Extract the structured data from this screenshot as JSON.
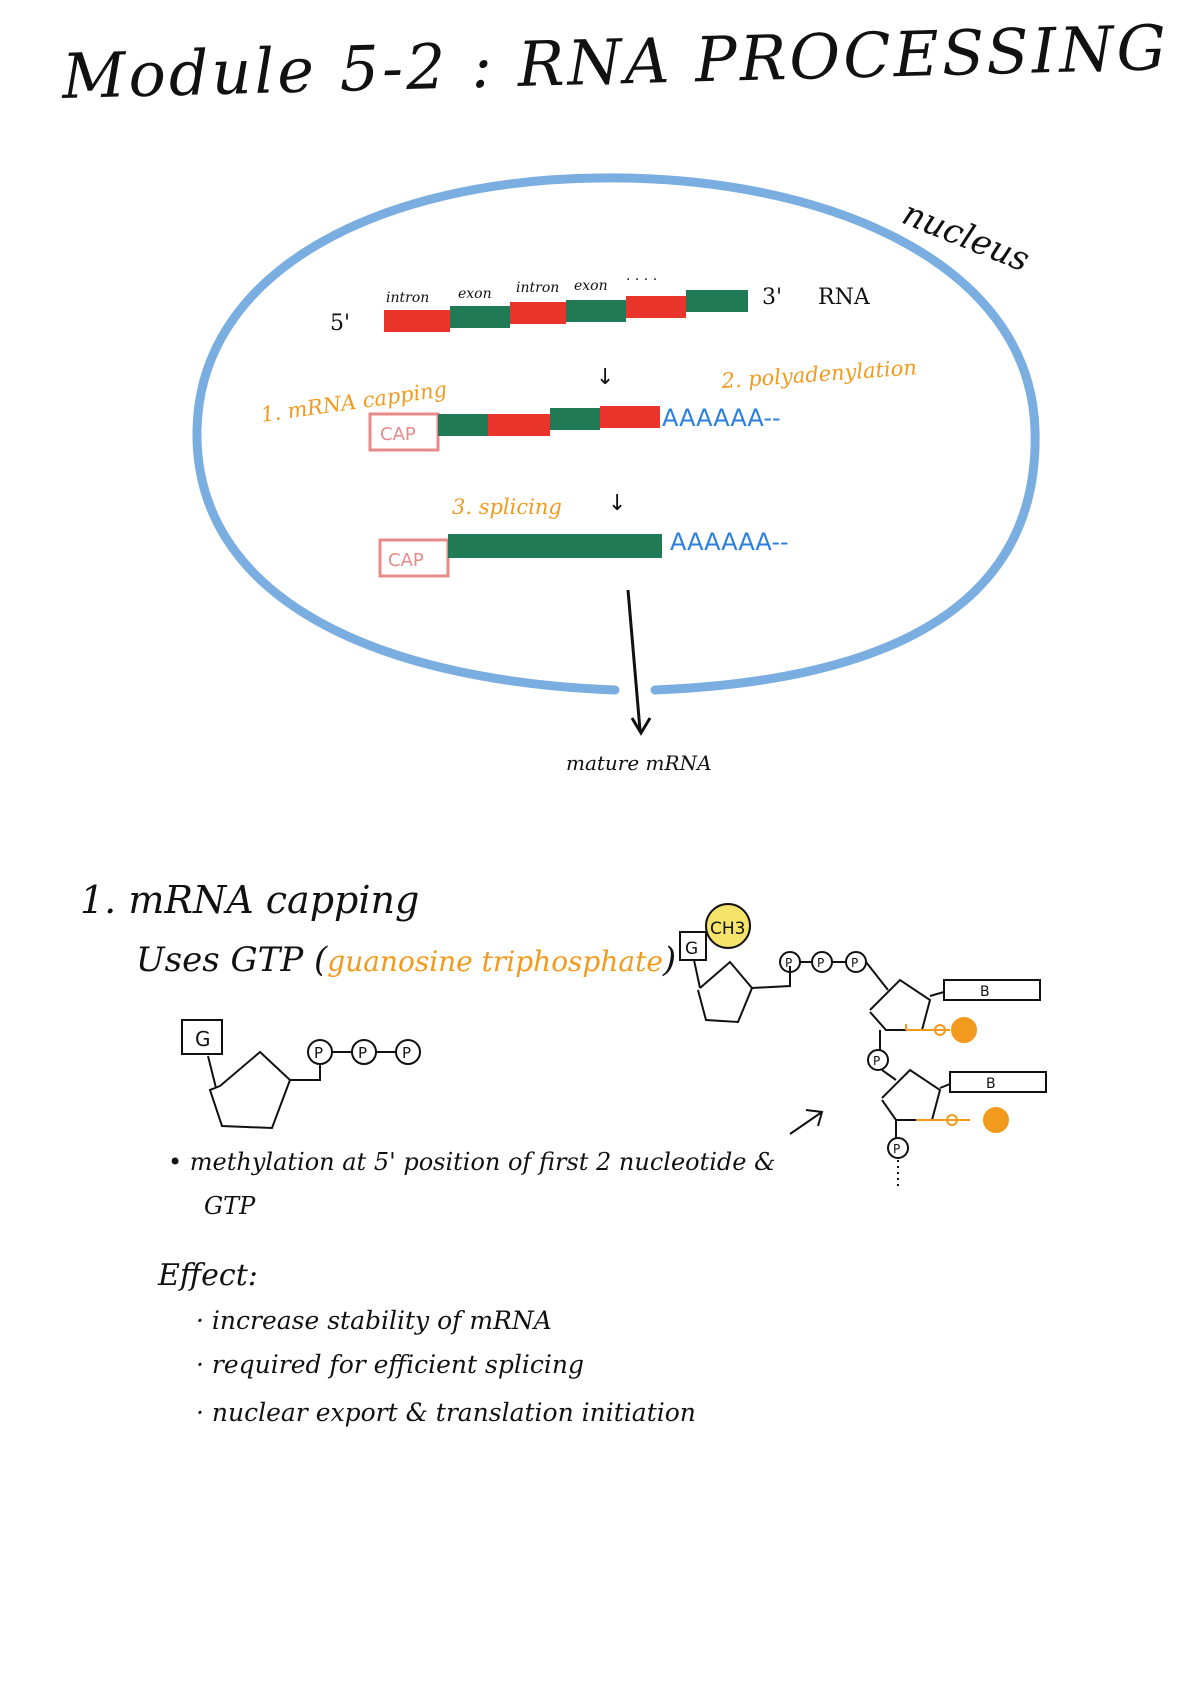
{
  "title": "Module 5-2 : RNA PROCESSING",
  "diagram": {
    "nucleus_label": "nucleus",
    "five_prime": "5'",
    "three_prime": "3'",
    "rna_label": "RNA",
    "segment_labels": [
      "intron",
      "exon",
      "intron",
      "exon",
      "· · · ·"
    ],
    "step1_label": "1. mRNA capping",
    "step2_label": "2. polyadenylation",
    "step3_label": "3. splicing",
    "cap_label": "CAP",
    "polya_tail": "AAAAAA--",
    "down_arrow": "↓",
    "output_label": "mature mRNA"
  },
  "capping_section": {
    "heading": "1. mRNA capping",
    "uses_prefix": "Uses GTP (",
    "uses_orange": "guanosine triphosphate",
    "uses_suffix": ")",
    "g_label": "G",
    "p_label": "P",
    "ch3_label": "CH3",
    "base_label": "B",
    "bullet_line1": "• methylation at 5' position of first 2 nucleotide &",
    "bullet_line2": "GTP",
    "effect_heading": "Effect:",
    "effects": [
      "· increase stability of mRNA",
      "· required for efficient splicing",
      "· nuclear export & translation initiation"
    ]
  },
  "colors": {
    "nucleus_blue": "#7aaee0",
    "intron_red": "#e8342a",
    "exon_green": "#1f7a55",
    "annotation_orange": "#f29a1d",
    "polya_blue": "#2a7fe0",
    "cap_pink": "#e88a8a",
    "ch3_yellow": "#f6e46a"
  }
}
